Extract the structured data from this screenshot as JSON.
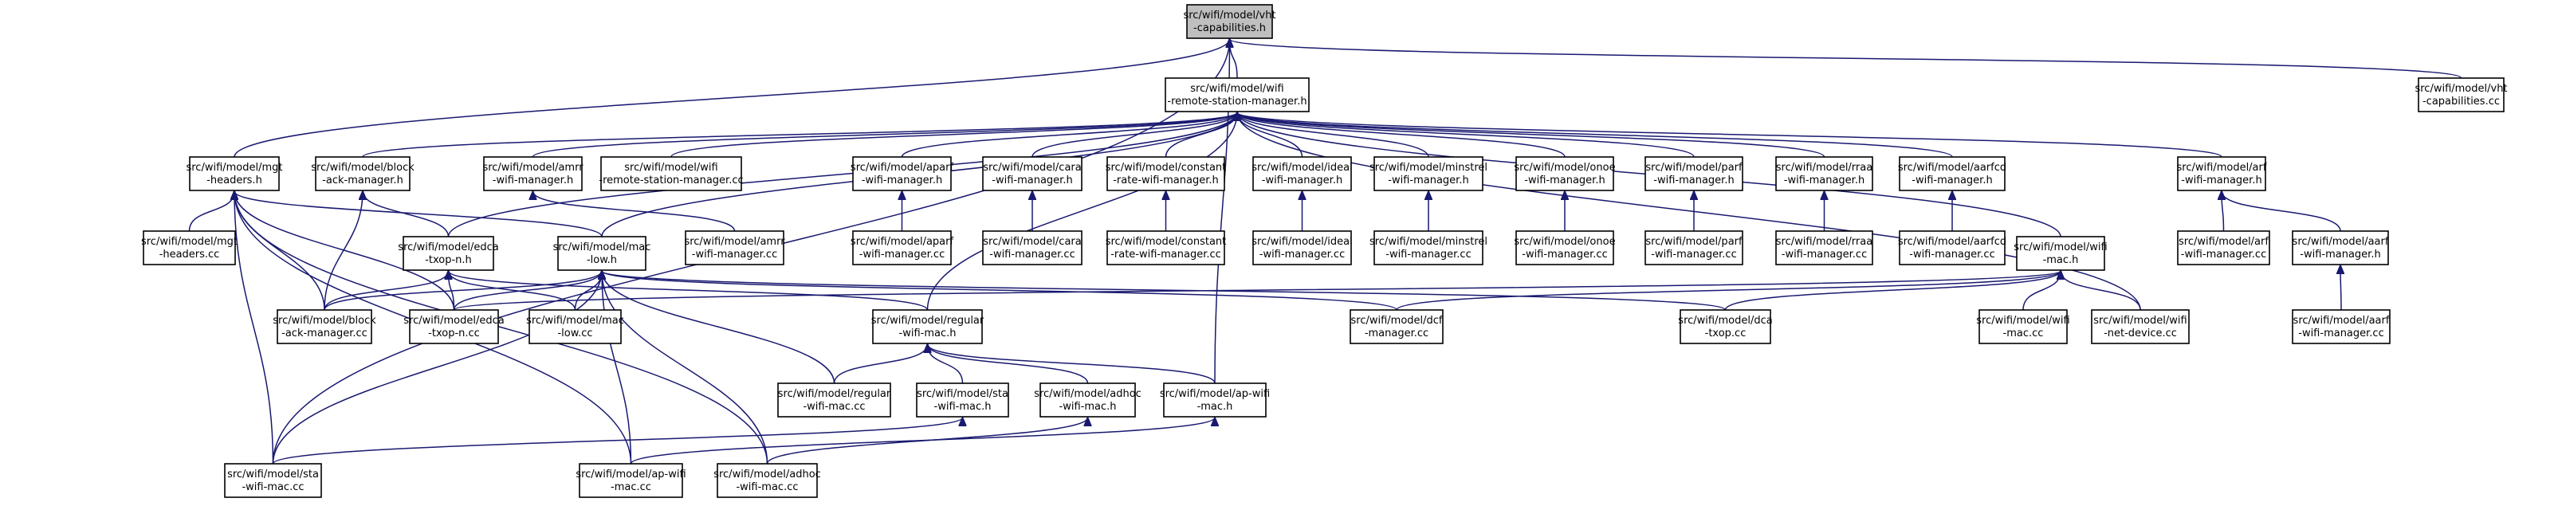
{
  "diagram": {
    "nodes": [
      {
        "id": "vht_cap_h",
        "lines": [
          "src/wifi/model/vht",
          "-capabilities.h"
        ],
        "highlight": true
      },
      {
        "id": "rsm_h",
        "lines": [
          "src/wifi/model/wifi",
          "-remote-station-manager.h"
        ]
      },
      {
        "id": "vht_cap_cc",
        "lines": [
          "src/wifi/model/vht",
          "-capabilities.cc"
        ]
      },
      {
        "id": "mgt_h",
        "lines": [
          "src/wifi/model/mgt",
          "-headers.h"
        ]
      },
      {
        "id": "block_h",
        "lines": [
          "src/wifi/model/block",
          "-ack-manager.h"
        ]
      },
      {
        "id": "amrr_h",
        "lines": [
          "src/wifi/model/amrr",
          "-wifi-manager.h"
        ]
      },
      {
        "id": "rsm_cc",
        "lines": [
          "src/wifi/model/wifi",
          "-remote-station-manager.cc"
        ]
      },
      {
        "id": "aparf_h",
        "lines": [
          "src/wifi/model/aparf",
          "-wifi-manager.h"
        ]
      },
      {
        "id": "cara_h",
        "lines": [
          "src/wifi/model/cara",
          "-wifi-manager.h"
        ]
      },
      {
        "id": "constant_h",
        "lines": [
          "src/wifi/model/constant",
          "-rate-wifi-manager.h"
        ]
      },
      {
        "id": "ideal_h",
        "lines": [
          "src/wifi/model/ideal",
          "-wifi-manager.h"
        ]
      },
      {
        "id": "minstrel_h",
        "lines": [
          "src/wifi/model/minstrel",
          "-wifi-manager.h"
        ]
      },
      {
        "id": "onoe_h",
        "lines": [
          "src/wifi/model/onoe",
          "-wifi-manager.h"
        ]
      },
      {
        "id": "parf_h",
        "lines": [
          "src/wifi/model/parf",
          "-wifi-manager.h"
        ]
      },
      {
        "id": "rraa_h",
        "lines": [
          "src/wifi/model/rraa",
          "-wifi-manager.h"
        ]
      },
      {
        "id": "aarfcd_h",
        "lines": [
          "src/wifi/model/aarfcd",
          "-wifi-manager.h"
        ]
      },
      {
        "id": "arf_h",
        "lines": [
          "src/wifi/model/arf",
          "-wifi-manager.h"
        ]
      },
      {
        "id": "mgt_cc",
        "lines": [
          "src/wifi/model/mgt",
          "-headers.cc"
        ]
      },
      {
        "id": "edca_h",
        "lines": [
          "src/wifi/model/edca",
          "-txop-n.h"
        ]
      },
      {
        "id": "maclow_h",
        "lines": [
          "src/wifi/model/mac",
          "-low.h"
        ]
      },
      {
        "id": "amrr_cc",
        "lines": [
          "src/wifi/model/amrr",
          "-wifi-manager.cc"
        ]
      },
      {
        "id": "aparf_cc",
        "lines": [
          "src/wifi/model/aparf",
          "-wifi-manager.cc"
        ]
      },
      {
        "id": "cara_cc",
        "lines": [
          "src/wifi/model/cara",
          "-wifi-manager.cc"
        ]
      },
      {
        "id": "constant_cc",
        "lines": [
          "src/wifi/model/constant",
          "-rate-wifi-manager.cc"
        ]
      },
      {
        "id": "ideal_cc",
        "lines": [
          "src/wifi/model/ideal",
          "-wifi-manager.cc"
        ]
      },
      {
        "id": "minstrel_cc",
        "lines": [
          "src/wifi/model/minstrel",
          "-wifi-manager.cc"
        ]
      },
      {
        "id": "onoe_cc",
        "lines": [
          "src/wifi/model/onoe",
          "-wifi-manager.cc"
        ]
      },
      {
        "id": "parf_cc",
        "lines": [
          "src/wifi/model/parf",
          "-wifi-manager.cc"
        ]
      },
      {
        "id": "rraa_cc",
        "lines": [
          "src/wifi/model/rraa",
          "-wifi-manager.cc"
        ]
      },
      {
        "id": "aarfcd_cc",
        "lines": [
          "src/wifi/model/aarfcd",
          "-wifi-manager.cc"
        ]
      },
      {
        "id": "wifimac_h",
        "lines": [
          "src/wifi/model/wifi",
          "-mac.h"
        ]
      },
      {
        "id": "arf_cc",
        "lines": [
          "src/wifi/model/arf",
          "-wifi-manager.cc"
        ]
      },
      {
        "id": "aarf_h",
        "lines": [
          "src/wifi/model/aarf",
          "-wifi-manager.h"
        ]
      },
      {
        "id": "block_cc",
        "lines": [
          "src/wifi/model/block",
          "-ack-manager.cc"
        ]
      },
      {
        "id": "edca_cc",
        "lines": [
          "src/wifi/model/edca",
          "-txop-n.cc"
        ]
      },
      {
        "id": "maclow_cc",
        "lines": [
          "src/wifi/model/mac",
          "-low.cc"
        ]
      },
      {
        "id": "regular_h",
        "lines": [
          "src/wifi/model/regular",
          "-wifi-mac.h"
        ]
      },
      {
        "id": "dcf_cc",
        "lines": [
          "src/wifi/model/dcf",
          "-manager.cc"
        ]
      },
      {
        "id": "dca_cc",
        "lines": [
          "src/wifi/model/dca",
          "-txop.cc"
        ]
      },
      {
        "id": "wifimac_cc",
        "lines": [
          "src/wifi/model/wifi",
          "-mac.cc"
        ]
      },
      {
        "id": "netdev_cc",
        "lines": [
          "src/wifi/model/wifi",
          "-net-device.cc"
        ]
      },
      {
        "id": "aarf_cc",
        "lines": [
          "src/wifi/model/aarf",
          "-wifi-manager.cc"
        ]
      },
      {
        "id": "regular_cc",
        "lines": [
          "src/wifi/model/regular",
          "-wifi-mac.cc"
        ]
      },
      {
        "id": "sta_h",
        "lines": [
          "src/wifi/model/sta",
          "-wifi-mac.h"
        ]
      },
      {
        "id": "adhoc_h",
        "lines": [
          "src/wifi/model/adhoc",
          "-wifi-mac.h"
        ]
      },
      {
        "id": "ap_h",
        "lines": [
          "src/wifi/model/ap-wifi",
          "-mac.h"
        ]
      },
      {
        "id": "sta_cc",
        "lines": [
          "src/wifi/model/sta",
          "-wifi-mac.cc"
        ]
      },
      {
        "id": "ap_cc",
        "lines": [
          "src/wifi/model/ap-wifi",
          "-mac.cc"
        ]
      },
      {
        "id": "adhoc_cc",
        "lines": [
          "src/wifi/model/adhoc",
          "-wifi-mac.cc"
        ]
      }
    ],
    "edges": [
      [
        "rsm_h",
        "vht_cap_h"
      ],
      [
        "vht_cap_cc",
        "vht_cap_h"
      ],
      [
        "mgt_h",
        "vht_cap_h"
      ],
      [
        "sta_cc",
        "vht_cap_h"
      ],
      [
        "ap_h",
        "vht_cap_h"
      ],
      [
        "block_h",
        "rsm_h"
      ],
      [
        "amrr_h",
        "rsm_h"
      ],
      [
        "rsm_cc",
        "rsm_h"
      ],
      [
        "aparf_h",
        "rsm_h"
      ],
      [
        "cara_h",
        "rsm_h"
      ],
      [
        "constant_h",
        "rsm_h"
      ],
      [
        "ideal_h",
        "rsm_h"
      ],
      [
        "minstrel_h",
        "rsm_h"
      ],
      [
        "onoe_h",
        "rsm_h"
      ],
      [
        "parf_h",
        "rsm_h"
      ],
      [
        "rraa_h",
        "rsm_h"
      ],
      [
        "aarfcd_h",
        "rsm_h"
      ],
      [
        "arf_h",
        "rsm_h"
      ],
      [
        "edca_h",
        "rsm_h"
      ],
      [
        "maclow_h",
        "rsm_h"
      ],
      [
        "regular_h",
        "rsm_h"
      ],
      [
        "wifimac_h",
        "rsm_h"
      ],
      [
        "netdev_cc",
        "rsm_h"
      ],
      [
        "mgt_cc",
        "mgt_h"
      ],
      [
        "block_cc",
        "mgt_h"
      ],
      [
        "edca_cc",
        "mgt_h"
      ],
      [
        "maclow_h",
        "mgt_h"
      ],
      [
        "sta_cc",
        "mgt_h"
      ],
      [
        "ap_cc",
        "mgt_h"
      ],
      [
        "adhoc_cc",
        "mgt_h"
      ],
      [
        "edca_h",
        "block_h"
      ],
      [
        "block_cc",
        "block_h"
      ],
      [
        "amrr_cc",
        "amrr_h"
      ],
      [
        "aparf_cc",
        "aparf_h"
      ],
      [
        "cara_cc",
        "cara_h"
      ],
      [
        "constant_cc",
        "constant_h"
      ],
      [
        "ideal_cc",
        "ideal_h"
      ],
      [
        "minstrel_cc",
        "minstrel_h"
      ],
      [
        "onoe_cc",
        "onoe_h"
      ],
      [
        "parf_cc",
        "parf_h"
      ],
      [
        "rraa_cc",
        "rraa_h"
      ],
      [
        "aarfcd_cc",
        "aarfcd_h"
      ],
      [
        "arf_cc",
        "arf_h"
      ],
      [
        "aarf_h",
        "arf_h"
      ],
      [
        "aarf_cc",
        "aarf_h"
      ],
      [
        "block_cc",
        "edca_h"
      ],
      [
        "edca_cc",
        "edca_h"
      ],
      [
        "maclow_cc",
        "edca_h"
      ],
      [
        "regular_h",
        "edca_h"
      ],
      [
        "block_cc",
        "maclow_h"
      ],
      [
        "edca_cc",
        "maclow_h"
      ],
      [
        "maclow_cc",
        "maclow_h"
      ],
      [
        "dcf_cc",
        "maclow_h"
      ],
      [
        "dca_cc",
        "maclow_h"
      ],
      [
        "regular_cc",
        "maclow_h"
      ],
      [
        "sta_cc",
        "maclow_h"
      ],
      [
        "ap_cc",
        "maclow_h"
      ],
      [
        "adhoc_cc",
        "maclow_h"
      ],
      [
        "edca_cc",
        "wifimac_h"
      ],
      [
        "dcf_cc",
        "wifimac_h"
      ],
      [
        "dca_cc",
        "wifimac_h"
      ],
      [
        "wifimac_cc",
        "wifimac_h"
      ],
      [
        "netdev_cc",
        "wifimac_h"
      ],
      [
        "regular_cc",
        "regular_h"
      ],
      [
        "sta_h",
        "regular_h"
      ],
      [
        "adhoc_h",
        "regular_h"
      ],
      [
        "ap_h",
        "regular_h"
      ],
      [
        "sta_cc",
        "sta_h"
      ],
      [
        "adhoc_cc",
        "adhoc_h"
      ],
      [
        "ap_cc",
        "ap_h"
      ]
    ]
  }
}
